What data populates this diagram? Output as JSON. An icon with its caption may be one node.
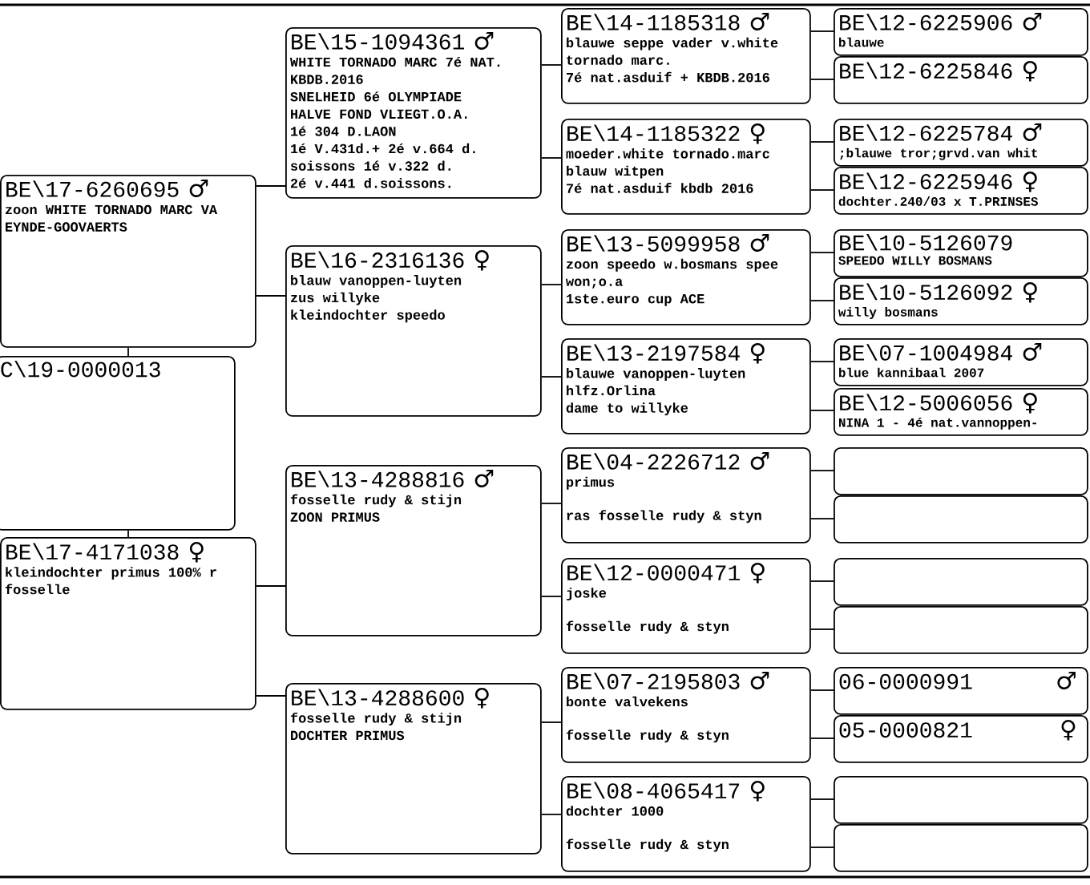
{
  "diagram": {
    "nodes": [
      {
        "text": [
          "BE\\17-6260695",
          "♂",
          "zoon WHITE TORNADO MARC VA",
          "EYNDE-GOOVAERTS"
        ]
      },
      {
        "text": [
          "C\\19-0000013"
        ]
      },
      {
        "text": [
          "BE\\17-4171038",
          "♀",
          "kleindochter primus 100% r",
          "fosselle"
        ]
      },
      {
        "text": [
          "BE\\15-1094361",
          "♂",
          "WHITE TORNADO MARC 7é NAT.",
          "KBDB.2016",
          "SNELHEID 6é OLYMPIADE",
          "HALVE FOND VLIEGT.O.A.",
          "1é 304 D.LAON",
          "1é V.431d.+ 2é v.664 d.",
          "soissons 1é v.322 d.",
          "2é v.441 d.soissons."
        ]
      },
      {
        "text": [
          "BE\\16-2316136",
          "♀",
          "blauw vanoppen-luyten",
          "zus willyke",
          "kleindochter speedo"
        ]
      },
      {
        "text": [
          "BE\\13-4288816",
          "♂",
          "fosselle rudy & stijn",
          "ZOON PRIMUS"
        ]
      },
      {
        "text": [
          "BE\\13-4288600",
          "♀",
          "fosselle rudy & stijn",
          "DOCHTER PRIMUS"
        ]
      },
      {
        "text": [
          "BE\\14-1185318",
          "♂",
          "blauwe seppe vader v.white",
          "tornado marc.",
          "7é nat.asduif + KBDB.2016"
        ]
      },
      {
        "text": [
          "BE\\14-1185322",
          "♀",
          "moeder.white tornado.marc",
          "blauw witpen",
          "7é nat.asduif kbdb 2016"
        ]
      },
      {
        "text": [
          "BE\\13-5099958",
          "♂",
          "zoon speedo w.bosmans spee",
          "won;o.a",
          "1ste.euro cup ACE"
        ]
      },
      {
        "text": [
          "BE\\13-2197584",
          "♀",
          "blauwe vanoppen-luyten",
          "hlfz.Orlina",
          "dame to willyke"
        ]
      },
      {
        "text": [
          "BE\\04-2226712",
          "♂",
          "primus",
          "ras fosselle rudy & styn"
        ]
      },
      {
        "text": [
          "BE\\12-0000471",
          "♀",
          "joske",
          "fosselle rudy & styn"
        ]
      },
      {
        "text": [
          "BE\\07-2195803",
          "♂",
          "bonte valvekens",
          "fosselle rudy & styn"
        ]
      },
      {
        "text": [
          "BE\\08-4065417",
          "♀",
          "dochter 1000",
          "fosselle rudy & styn"
        ]
      },
      {
        "text": [
          "BE\\12-6225906",
          "♂",
          "blauwe"
        ]
      },
      {
        "text": [
          "BE\\12-6225846",
          "♀"
        ]
      },
      {
        "text": [
          "BE\\12-6225784",
          "♂",
          ";blauwe tror;grvd.van whit"
        ]
      },
      {
        "text": [
          "BE\\12-6225946",
          "♀",
          "dochter.240/03 x T.PRINSES"
        ]
      },
      {
        "text": [
          "BE\\10-5126079",
          "SPEEDO WILLY BOSMANS"
        ]
      },
      {
        "text": [
          "BE\\10-5126092",
          "♀",
          "willy bosmans"
        ]
      },
      {
        "text": [
          "BE\\07-1004984",
          "♂",
          "blue kannibaal 2007"
        ]
      },
      {
        "text": [
          "BE\\12-5006056",
          "♀",
          "NINA 1 - 4é nat.vannoppen-"
        ]
      },
      {
        "text": [],
        "shape": "box"
      },
      {
        "text": [],
        "shape": "box"
      },
      {
        "text": [],
        "shape": "box"
      },
      {
        "text": [],
        "shape": "box"
      },
      {
        "text": [
          "06-0000991",
          "♂"
        ]
      },
      {
        "text": [
          "05-0000821",
          "♀"
        ]
      },
      {
        "text": [],
        "shape": "box"
      },
      {
        "text": [],
        "shape": "box"
      }
    ],
    "edges": [
      {
        "from": 1,
        "to": 0,
        "arrow": "none"
      },
      {
        "from": 1,
        "to": 2,
        "arrow": "none"
      },
      {
        "from": 0,
        "to": 3,
        "arrow": "none"
      },
      {
        "from": 0,
        "to": 4,
        "arrow": "none"
      },
      {
        "from": 2,
        "to": 5,
        "arrow": "none"
      },
      {
        "from": 2,
        "to": 6,
        "arrow": "none"
      },
      {
        "from": 3,
        "to": 7,
        "arrow": "none"
      },
      {
        "from": 3,
        "to": 8,
        "arrow": "none"
      },
      {
        "from": 4,
        "to": 9,
        "arrow": "none"
      },
      {
        "from": 4,
        "to": 10,
        "arrow": "none"
      },
      {
        "from": 5,
        "to": 11,
        "arrow": "none"
      },
      {
        "from": 5,
        "to": 12,
        "arrow": "none"
      },
      {
        "from": 6,
        "to": 13,
        "arrow": "none"
      },
      {
        "from": 6,
        "to": 14,
        "arrow": "none"
      },
      {
        "from": 7,
        "to": 15,
        "arrow": "none"
      },
      {
        "from": 7,
        "to": 16,
        "arrow": "none"
      },
      {
        "from": 8,
        "to": 17,
        "arrow": "none"
      },
      {
        "from": 8,
        "to": 18,
        "arrow": "none"
      },
      {
        "from": 9,
        "to": 19,
        "arrow": "none"
      },
      {
        "from": 9,
        "to": 20,
        "arrow": "none"
      },
      {
        "from": 10,
        "to": 21,
        "arrow": "none"
      },
      {
        "from": 10,
        "to": 22,
        "arrow": "none"
      },
      {
        "from": 11,
        "to": 23,
        "arrow": "none"
      },
      {
        "from": 11,
        "to": 24,
        "arrow": "none"
      },
      {
        "from": 12,
        "to": 25,
        "arrow": "none"
      },
      {
        "from": 12,
        "to": 26,
        "arrow": "none"
      },
      {
        "from": 13,
        "to": 27,
        "arrow": "none"
      },
      {
        "from": 13,
        "to": 28,
        "arrow": "none"
      },
      {
        "from": 14,
        "to": 29,
        "arrow": "none"
      },
      {
        "from": 14,
        "to": 30,
        "arrow": "none"
      }
    ]
  }
}
